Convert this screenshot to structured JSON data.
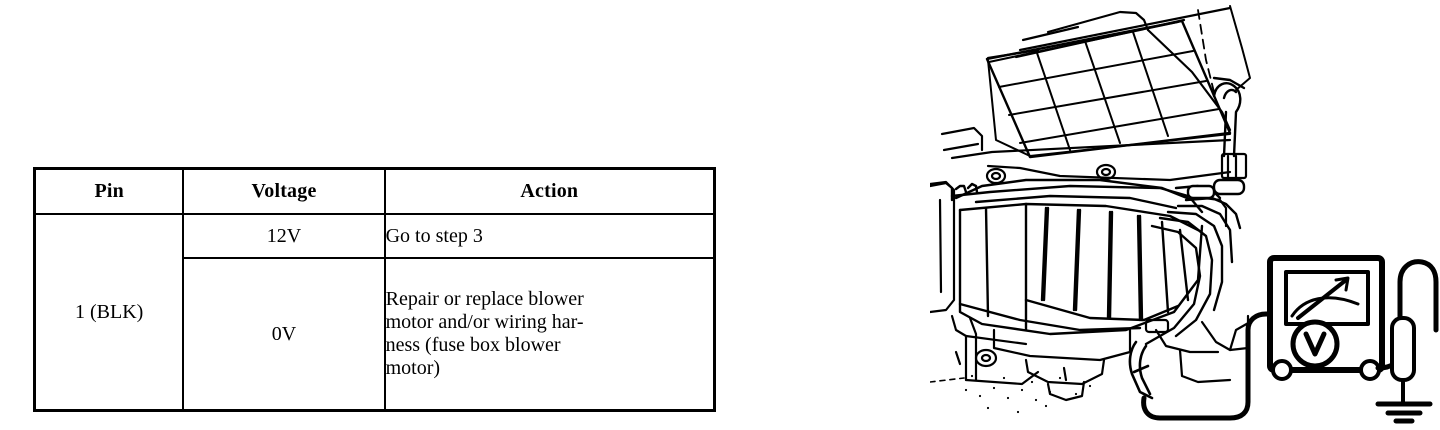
{
  "table": {
    "headers": [
      "Pin",
      "Voltage",
      "Action"
    ],
    "rows": [
      {
        "pin": "1 (BLK)",
        "entries": [
          {
            "voltage": "12V",
            "action": "Go to step 3",
            "action_lines": [
              "Go to step 3"
            ]
          },
          {
            "voltage": "0V",
            "action": "Repair or replace blower motor and/or wiring har-ness (fuse box blower motor)",
            "action_lines": [
              "Repair or replace blower",
              "motor and/or wiring har-",
              "ness (fuse box blower",
              "motor)"
            ]
          }
        ]
      }
    ]
  },
  "illustration": {
    "caption": "",
    "parts": {
      "grille": "blower-housing-grille",
      "housing": "blower-motor-housing",
      "blower_motor": "blower-motor",
      "harness": "wiring-harness",
      "connector": "harness-connector",
      "meter": "analog-voltmeter",
      "meter_mode": "V",
      "probe": "test-probe",
      "ground": "chassis-ground-symbol"
    },
    "line_color": "#000000",
    "background": "#ffffff"
  }
}
